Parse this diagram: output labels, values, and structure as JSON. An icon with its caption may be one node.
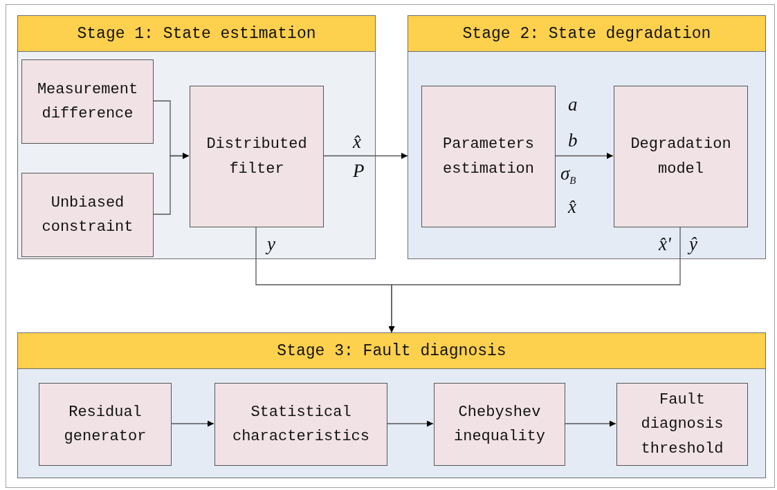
{
  "diagram": {
    "nodes": [
      {
        "text": [
          "Stage 1: State estimation"
        ]
      },
      {
        "text": [
          "Measurement difference"
        ],
        "in": 0
      },
      {
        "text": [
          "Unbiased constraint"
        ],
        "in": 0
      },
      {
        "text": [
          "Distributed filter"
        ],
        "in": 0
      },
      {
        "text": [
          "Stage 2: State degradation"
        ]
      },
      {
        "text": [
          "Parameters estimation"
        ],
        "in": 4
      },
      {
        "text": [
          "Degradation model"
        ],
        "in": 4
      },
      {
        "text": [
          "Stage 3: Fault diagnosis"
        ]
      },
      {
        "text": [
          "Residual generator"
        ],
        "in": 7
      },
      {
        "text": [
          "Statistical characteristics"
        ],
        "in": 7
      },
      {
        "text": [
          "Chebyshev inequality"
        ],
        "in": 7
      },
      {
        "text": [
          "Fault diagnosis threshold"
        ],
        "in": 7
      }
    ],
    "edges": [
      {
        "from": 1,
        "to": 3,
        "arrow": "to"
      },
      {
        "from": 2,
        "to": 3,
        "arrow": "to"
      },
      {
        "from": 3,
        "to": 4,
        "arrow": "to"
      },
      {
        "from": 5,
        "to": 6,
        "arrow": "to"
      },
      {
        "from": 3,
        "to": 7,
        "arrow": "to"
      },
      {
        "from": 6,
        "to": 7,
        "arrow": "to"
      },
      {
        "from": 8,
        "to": 9,
        "arrow": "to"
      },
      {
        "from": 9,
        "to": 10,
        "arrow": "to"
      },
      {
        "from": 10,
        "to": 11,
        "arrow": "to"
      }
    ],
    "labels": [
      "x̂",
      "P",
      "a",
      "b",
      "σ$_{B}$",
      "x̂",
      "y",
      "x̂'",
      "ŷ"
    ]
  }
}
